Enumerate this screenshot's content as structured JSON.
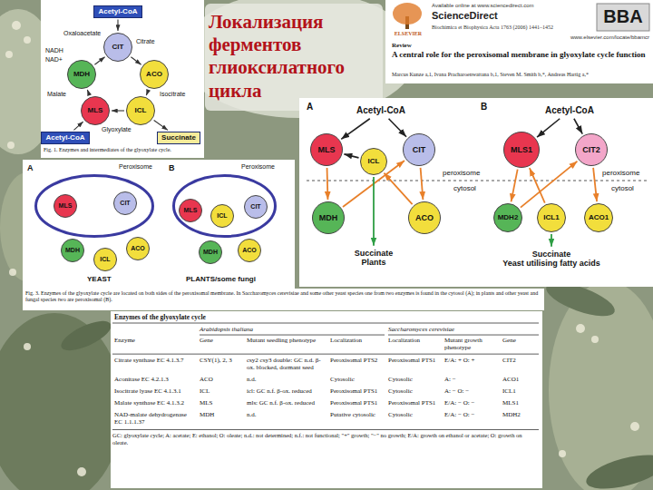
{
  "diagram": {
    "title": "Локализация ферментов глиоксилатного цикла",
    "nodes": [
      {
        "text": [
          "Acetyl-CoA"
        ]
      },
      {
        "text": [
          "CIT"
        ]
      },
      {
        "text": [
          "MDH"
        ]
      },
      {
        "text": [
          "ACO"
        ]
      },
      {
        "text": [
          "MLS"
        ]
      },
      {
        "text": [
          "ICL"
        ]
      },
      {
        "text": [
          "Acetyl-CoA"
        ]
      },
      {
        "text": [
          "Succinate"
        ]
      },
      {
        "text": [
          "Acetyl-CoA"
        ]
      },
      {
        "text": [
          "MLS"
        ]
      },
      {
        "text": [
          "ICL"
        ]
      },
      {
        "text": [
          "CIT"
        ]
      },
      {
        "text": [
          "MDH"
        ]
      },
      {
        "text": [
          "ACO"
        ]
      },
      {
        "text": [
          "Succinate",
          "Plants"
        ]
      },
      {
        "text": [
          "Acetyl-CoA"
        ]
      },
      {
        "text": [
          "MLS1"
        ]
      },
      {
        "text": [
          "CIT2"
        ]
      },
      {
        "text": [
          "MDH2"
        ]
      },
      {
        "text": [
          "ICL1"
        ]
      },
      {
        "text": [
          "ACO1"
        ]
      },
      {
        "text": [
          "Succinate",
          "Yeast utilising fatty acids"
        ]
      },
      {
        "text": [
          "Peroxisome"
        ]
      },
      {
        "text": [
          "MLS"
        ],
        "in": 22
      },
      {
        "text": [
          "CIT"
        ],
        "in": 22
      },
      {
        "text": [
          "MDH"
        ]
      },
      {
        "text": [
          "ICL"
        ]
      },
      {
        "text": [
          "ACO"
        ]
      },
      {
        "text": [
          "Peroxisome"
        ]
      },
      {
        "text": [
          "MLS"
        ],
        "in": 28
      },
      {
        "text": [
          "ICL"
        ],
        "in": 28
      },
      {
        "text": [
          "CIT"
        ],
        "in": 28
      },
      {
        "text": [
          "MDH"
        ]
      },
      {
        "text": [
          "ACO"
        ]
      }
    ],
    "edges": [
      {
        "from": 0,
        "to": 1,
        "arrow": "to"
      },
      {
        "from": 1,
        "to": 3,
        "arrow": "to"
      },
      {
        "from": 3,
        "to": 5,
        "arrow": "to"
      },
      {
        "from": 5,
        "to": 4,
        "arrow": "to"
      },
      {
        "from": 4,
        "to": 2,
        "arrow": "to"
      },
      {
        "from": 2,
        "to": 1,
        "arrow": "to"
      },
      {
        "from": 6,
        "to": 4,
        "arrow": "to"
      },
      {
        "from": 5,
        "to": 7,
        "arrow": "to"
      },
      {
        "from": 8,
        "to": 9,
        "arrow": "to"
      },
      {
        "from": 8,
        "to": 11,
        "arrow": "to"
      },
      {
        "from": 10,
        "to": 9,
        "arrow": "to"
      },
      {
        "from": 9,
        "to": 12,
        "arrow": "to"
      },
      {
        "from": 11,
        "to": 13,
        "arrow": "to"
      },
      {
        "from": 13,
        "to": 10,
        "arrow": "to"
      },
      {
        "from": 12,
        "to": 11,
        "arrow": "to"
      },
      {
        "from": 10,
        "to": 14,
        "arrow": "to"
      },
      {
        "from": 15,
        "to": 16,
        "arrow": "to"
      },
      {
        "from": 15,
        "to": 17,
        "arrow": "to"
      },
      {
        "from": 19,
        "to": 16,
        "arrow": "to"
      },
      {
        "from": 16,
        "to": 18,
        "arrow": "to"
      },
      {
        "from": 17,
        "to": 20,
        "arrow": "to"
      },
      {
        "from": 18,
        "to": 17,
        "arrow": "to"
      },
      {
        "from": 19,
        "to": 21,
        "arrow": "to"
      }
    ],
    "labels": [
      "ELSEVIER",
      "Available online at www.sciencedirect.com",
      "ScienceDirect",
      "Biochimica et Biophysica Acta 1763 (2006) 1441–1452",
      "BBA",
      "www.elsevier.com/locate/bbamcr",
      "Review",
      "A central role for the peroxisomal membrane in glyoxylate cycle function",
      "Marcus Kunze a,1, Ivana Pracharoenwattana b,1, Steven M. Smith b,*, Andreas Hartig a,*",
      "Oxaloacetate",
      "Citrate",
      "NADH",
      "NAD+",
      "Malate",
      "Isocitrate",
      "Glyoxylate",
      "Fig. 1. Enzymes and intermediates of the glyoxylate cycle.",
      "A",
      "B",
      "YEAST",
      "PLANTS/some fungi",
      "Fig. 3. Enzymes of the glyoxylate cycle are located on both sides of the peroxisomal membrane. In Saccharomyces cerevisiae and some other yeast species one from two enzymes is found in the cytosol (A); in plants and other yeast and fungal species two are peroxisomal (B).",
      "A",
      "B",
      "peroxisome",
      "cytosol",
      "peroxisome",
      "cytosol",
      "Enzymes of the glyoxylate cycle",
      "Enzyme",
      "Arabidopsis thaliana",
      "Saccharomyces cerevisiae",
      "Gene",
      "Mutant seedling phenotype",
      "Localization",
      "Localization",
      "Mutant growth phenotype",
      "Gene",
      "Citrate synthase EC 4.1.3.7",
      "CSY(1), 2, 3",
      "csy2 csy3 double: GC n.d. β-ox. blocked, dormant seed",
      "Peroxisomal PTS2",
      "Peroxisomal PTS1",
      "E/A: + O: +",
      "CIT2",
      "Aconitase EC 4.2.1.3",
      "ACO",
      "n.d.",
      "Cytosolic",
      "Cytosolic",
      "A: −",
      "ACO1",
      "Isocitrate lyase EC 4.1.3.1",
      "ICL",
      "icl: GC n.f. β-ox. reduced",
      "Peroxisomal PTS1",
      "Cytosolic",
      "A: − O: −",
      "ICL1",
      "Malate synthase EC 4.1.3.2",
      "MLS",
      "mls: GC n.f. β-ox. reduced",
      "Peroxisomal PTS1",
      "Peroxisomal PTS1",
      "E/A: − O: −",
      "MLS1",
      "NAD-malate dehydrogenase EC 1.1.1.37",
      "MDH",
      "n.d.",
      "Putative cytosolic",
      "Cytosolic",
      "E/A: − O: −",
      "MDH2",
      "GC: glyoxylate cycle; A: acetate; E: ethanol; O: oleate; n.d.: not determined; n.f.: not functional; \"+\" growth; \"−\" no growth; E/A: growth on ethanol or acetate; O: growth on oleate."
    ]
  }
}
